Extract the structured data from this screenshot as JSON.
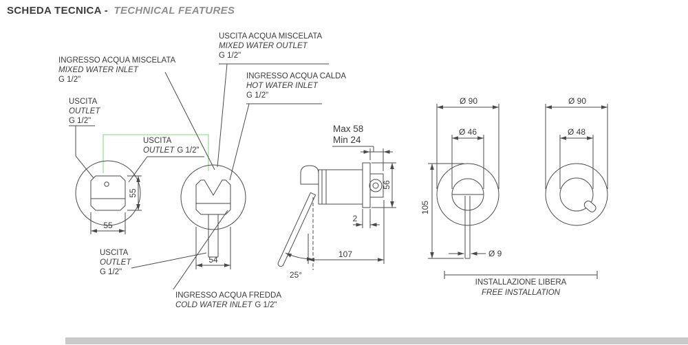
{
  "header": {
    "title": "SCHEDA TECNICA -",
    "subtitle": "TECHNICAL FEATURES"
  },
  "callouts": {
    "mixed_water_inlet": {
      "it": "INGRESSO ACQUA MISCELATA",
      "en": "MIXED WATER INLET",
      "size": "G 1/2\""
    },
    "outlet_left": {
      "it": "USCITA",
      "en": "OUTLET",
      "size": "G 1/2\""
    },
    "outlet_mid": {
      "it": "USCITA",
      "en": "OUTLET",
      "size": "G 1/2\""
    },
    "mixed_water_outlet": {
      "it": "USCITA ACQUA MISCELATA",
      "en": "MIXED WATER OUTLET",
      "size": "G 1/2\""
    },
    "hot_water_inlet": {
      "it": "INGRESSO ACQUA CALDA",
      "en": "HOT WATER INLET",
      "size": "G 1/2\""
    },
    "outlet_bottom": {
      "it": "USCITA",
      "en": "OUTLET",
      "size": "G 1/2\""
    },
    "cold_water_inlet": {
      "it": "INGRESSO ACQUA FREDDA",
      "en": "COLD WATER INLET",
      "size": "G 1/2\""
    },
    "installation": {
      "it": "INSTALLAZIONE LIBERA",
      "en": "FREE INSTALLATION"
    }
  },
  "dimensions": {
    "front1_height": "55",
    "front1_width": "55",
    "front2_width": "54",
    "depth_max": "Max 58",
    "depth_min": "Min 24",
    "plate_height": "56",
    "plate_thickness": "2",
    "total_depth": "107",
    "handle_angle": "25°",
    "plate_diameter_left": "Ø 90",
    "inner_diameter_left": "Ø 46",
    "overall_height": "105",
    "lever_diameter": "Ø 9",
    "plate_diameter_right": "Ø 90",
    "inner_diameter_right": "Ø 48"
  },
  "colors": {
    "line": "#4a4a4a",
    "leader_green": "#7fd97f",
    "title": "#3d3d3d",
    "subtitle": "#8e8e8e",
    "footer_bar": "#c9c9c9"
  }
}
